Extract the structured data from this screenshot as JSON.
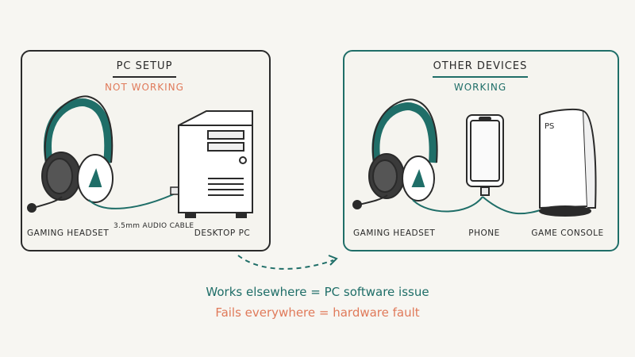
{
  "left_panel": {
    "title": "PC SETUP",
    "status": "NOT WORKING",
    "labels": {
      "headset": "GAMING HEADSET",
      "cable": "3.5mm AUDIO CABLE",
      "pc": "DESKTOP PC"
    }
  },
  "right_panel": {
    "title": "OTHER DEVICES",
    "status": "WORKING",
    "labels": {
      "headset": "GAMING HEADSET",
      "phone": "PHONE",
      "console": "GAME CONSOLE"
    }
  },
  "summary": {
    "line1": "Works elsewhere = PC software issue",
    "line2": "Fails everywhere = hardware fault"
  },
  "colors": {
    "teal": "#1f6e68",
    "orange": "#e07a5a",
    "ink": "#2a2a2a"
  }
}
